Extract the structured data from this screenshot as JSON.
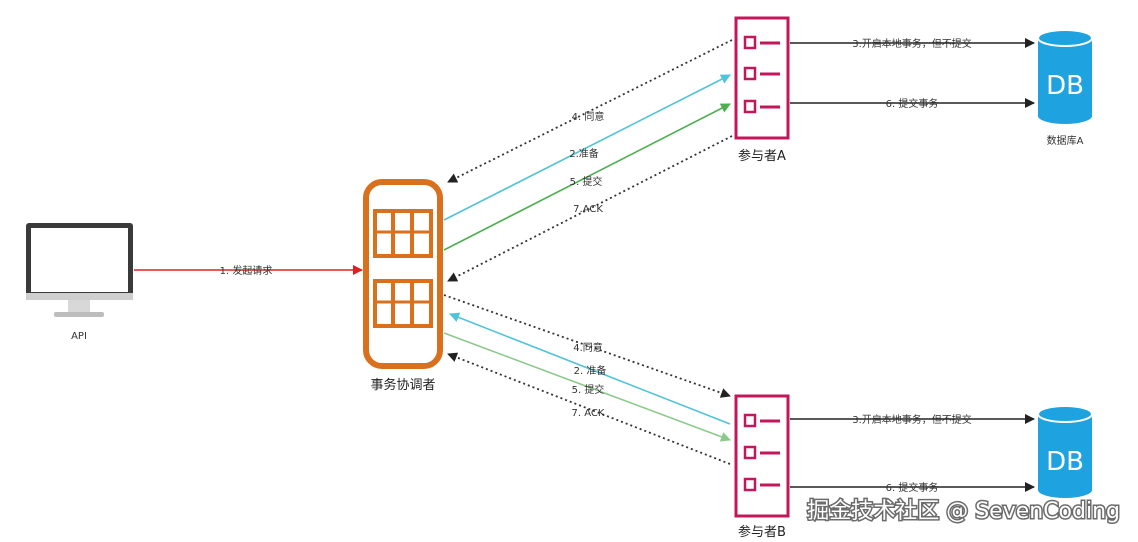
{
  "nodes": {
    "api": "API",
    "coordinator": "事务协调者",
    "participant_a": "参与者A",
    "participant_b": "参与者B",
    "database_a": "数据库A",
    "db_icon_text": "DB"
  },
  "edges": {
    "request": "1. 发起请求",
    "a_begin_local": "3.开启本地事务，但不提交",
    "a_commit": "6. 提交事务",
    "a_agree": "4. 同意",
    "a_prepare": "2.准备",
    "a_submit": "5. 提交",
    "a_ack": "7.ACK",
    "b_agree": "4.同意",
    "b_prepare": "2. 准备",
    "b_submit": "5. 提交",
    "b_ack": "7. ACK",
    "b_begin_local": "3.开启本地事务，但不提交",
    "b_commit": "6. 提交事务"
  },
  "watermark": "掘金技术社区 @ SevenCoding",
  "colors": {
    "request_arrow": "#e02020",
    "prepare_arrow": "#4fc3d8",
    "submit_arrow_a": "#4caf50",
    "submit_arrow_b": "#8bc98b",
    "dotted_arrow": "#333333",
    "coordinator": "#d9701e",
    "participant": "#c2185b",
    "database": "#1fa3e0"
  }
}
